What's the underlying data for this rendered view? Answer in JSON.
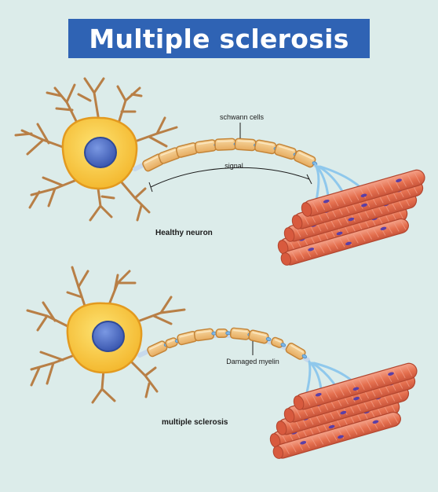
{
  "title": "Multiple sclerosis",
  "healthy": {
    "caption": "Healthy neuron",
    "schwann_label": "schwann cells",
    "signal_label": "signal"
  },
  "diseased": {
    "caption": "multiple sclerosis",
    "damage_label": "Damaged myelin"
  },
  "colors": {
    "background": "#dcecea",
    "banner": "#2f63b4",
    "cell_body": "#f6c531",
    "cell_outline": "#e39a1f",
    "nucleus": "#4e6fc7",
    "dendrite": "#b87f46",
    "myelin": "#f2c27e",
    "myelin_outline": "#c48437",
    "nerve_ending": "#8fc8ec",
    "muscle": "#e8775a",
    "muscle_nucleus": "#5a3fa6"
  }
}
